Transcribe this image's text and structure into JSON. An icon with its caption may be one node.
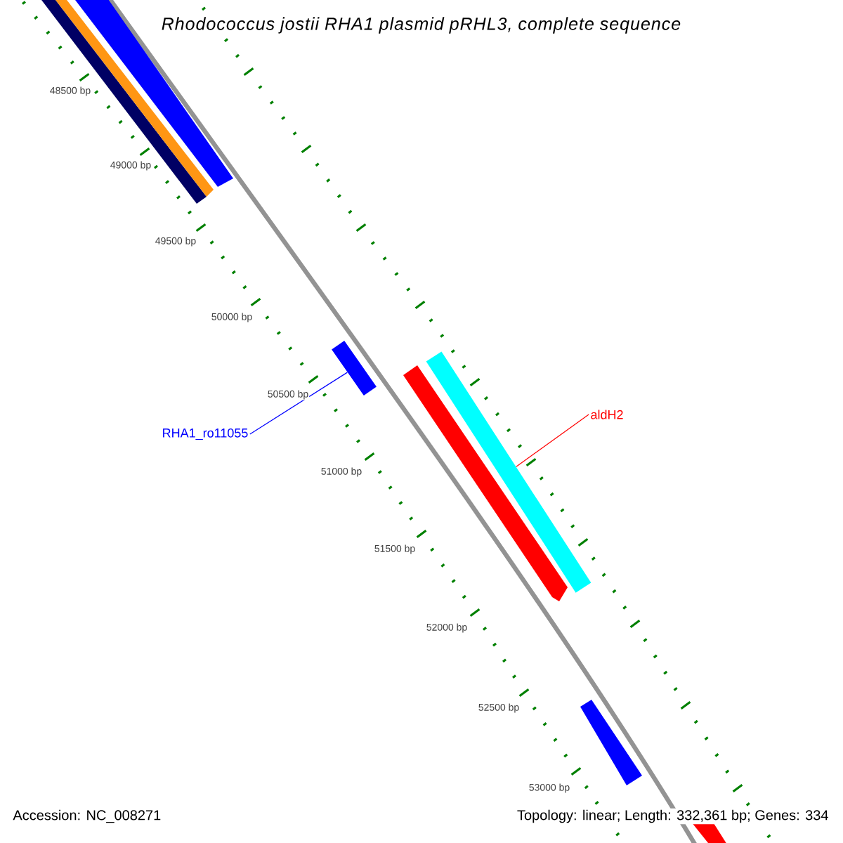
{
  "diagram": {
    "title": "*Rhodococcus jostii RHA1 plasmid pRHL3, complete sequence*",
    "nodes": [
      {
        "text": [
          "RHA1_ro11055"
        ]
      },
      {
        "text": [],
        "shape": "bar"
      },
      {
        "text": [
          "aldH2"
        ]
      },
      {
        "text": [],
        "shape": "bar"
      }
    ],
    "edges": [
      {
        "from": 0,
        "to": 1,
        "arrow": "none",
        "color": "#0000ff"
      },
      {
        "from": 2,
        "to": 3,
        "arrow": "none",
        "color": "#ff0000"
      }
    ],
    "labels": [
      "48500 bp",
      "49000 bp",
      "49500 bp",
      "50000 bp",
      "50500 bp",
      "51000 bp",
      "51500 bp",
      "52000 bp",
      "52500 bp",
      "53000 bp",
      "Accession: NC_008271",
      "Topology: linear; Length: 332,361 bp; Genes: 334"
    ]
  }
}
